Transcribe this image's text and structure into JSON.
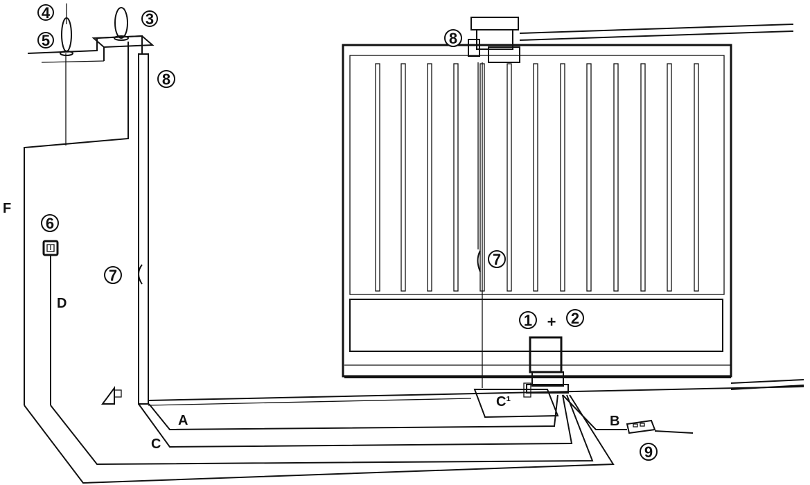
{
  "callouts": {
    "motor": "1",
    "plus": "+",
    "control_unit": "2",
    "flashing_light": "3",
    "aerial": "4",
    "aerial_base": "5",
    "key_selector": "6",
    "photocell_left": "7",
    "photocell_right": "7",
    "post_left": "8",
    "post_right": "8",
    "transmitter": "9"
  },
  "cables": {
    "a": "A",
    "b": "B",
    "c": "C",
    "c1": "C¹",
    "d": "D",
    "f": "F"
  }
}
